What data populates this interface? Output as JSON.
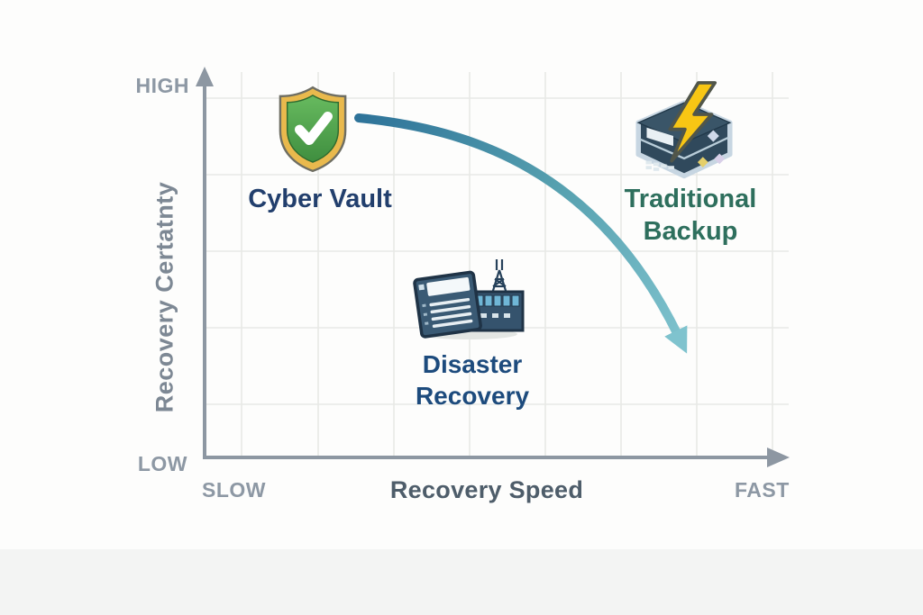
{
  "axes": {
    "y_title": "Recovery Certatnty",
    "x_title": "Recovery Speed",
    "y_max_label": "HIGH",
    "y_min_label": "LOW",
    "x_min_label": "SLOW",
    "x_max_label": "FAST"
  },
  "nodes": {
    "cyber_vault": {
      "label": "Cyber Vault",
      "icon": "shield-check-icon",
      "label_color": "#223f6d"
    },
    "traditional_backup": {
      "line1": "Traditional",
      "line2": "Backup",
      "icon": "backup-server-lightning-icon",
      "label_color": "#2e6f5d"
    },
    "disaster_recovery": {
      "line1": "Disaster",
      "line2": "Recovery",
      "icon": "dr-site-icon",
      "label_color": "#1d4b7d"
    }
  },
  "curve": {
    "start_color": "#2e7399",
    "end_color": "#7fc3ce",
    "direction": "from Cyber Vault (high certainty, slow) down toward bottom-right (low certainty, fast)"
  },
  "colors": {
    "axis": "#8d97a2",
    "grid": "#e8e9e6",
    "background": "#fdfdfc",
    "footer_band": "#f3f4f3",
    "shield_gold": "#e9b94d",
    "shield_green": "#4f9e48",
    "server_slate": "#30495c",
    "lightning_yellow": "#f8c614",
    "windows_cyan": "#6fb6d6"
  },
  "chart_data": {
    "type": "scatter",
    "title": "",
    "xlabel": "Recovery Speed",
    "ylabel": "Recovery Certatnty",
    "x_axis_endpoint_labels": [
      "SLOW",
      "FAST"
    ],
    "y_axis_endpoint_labels": [
      "LOW",
      "HIGH"
    ],
    "grid": true,
    "points": [
      {
        "label": "Cyber Vault",
        "x": 0.2,
        "y": 0.87,
        "icon": "shield-check"
      },
      {
        "label": "Disaster Recovery",
        "x": 0.47,
        "y": 0.4,
        "icon": "dr-facility"
      },
      {
        "label": "Traditional Backup",
        "x": 0.83,
        "y": 0.85,
        "icon": "backup-server-lightning"
      }
    ],
    "annotations": [
      {
        "type": "curved-arrow",
        "start_xy": [
          0.26,
          0.88
        ],
        "end_xy": [
          0.84,
          0.26
        ],
        "color_start": "#2e7399",
        "color_end": "#7fc3ce"
      }
    ]
  }
}
